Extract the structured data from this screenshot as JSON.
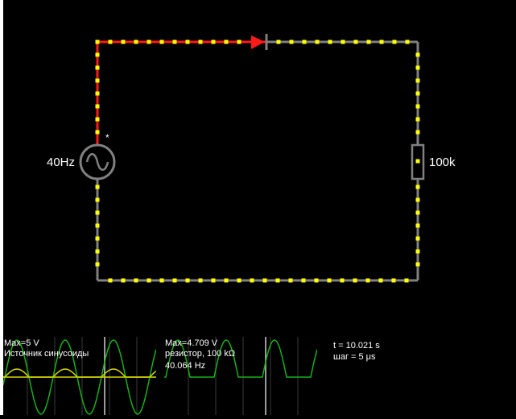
{
  "circuit": {
    "source_label": "40Hz",
    "source_marker": "*",
    "resistor_label": "100k",
    "colors": {
      "wire_positive": "#ff1a1a",
      "wire_neutral": "#808080",
      "current_dots": "#ffff00",
      "background": "#000000"
    },
    "components": {
      "source_icon": "sine-wave-source-icon",
      "diode_icon": "diode-icon",
      "resistor_icon": "resistor-icon"
    }
  },
  "scopes": [
    {
      "max": "Max=5 V",
      "name": "Источник синусоиды",
      "freq": ""
    },
    {
      "max": "Max=4.709 V",
      "name": "резистор, 100 kΩ",
      "freq": "40.064 Hz"
    }
  ],
  "sim_info": {
    "time": "t = 10.021 s",
    "step": "шаг = 5 μs"
  }
}
